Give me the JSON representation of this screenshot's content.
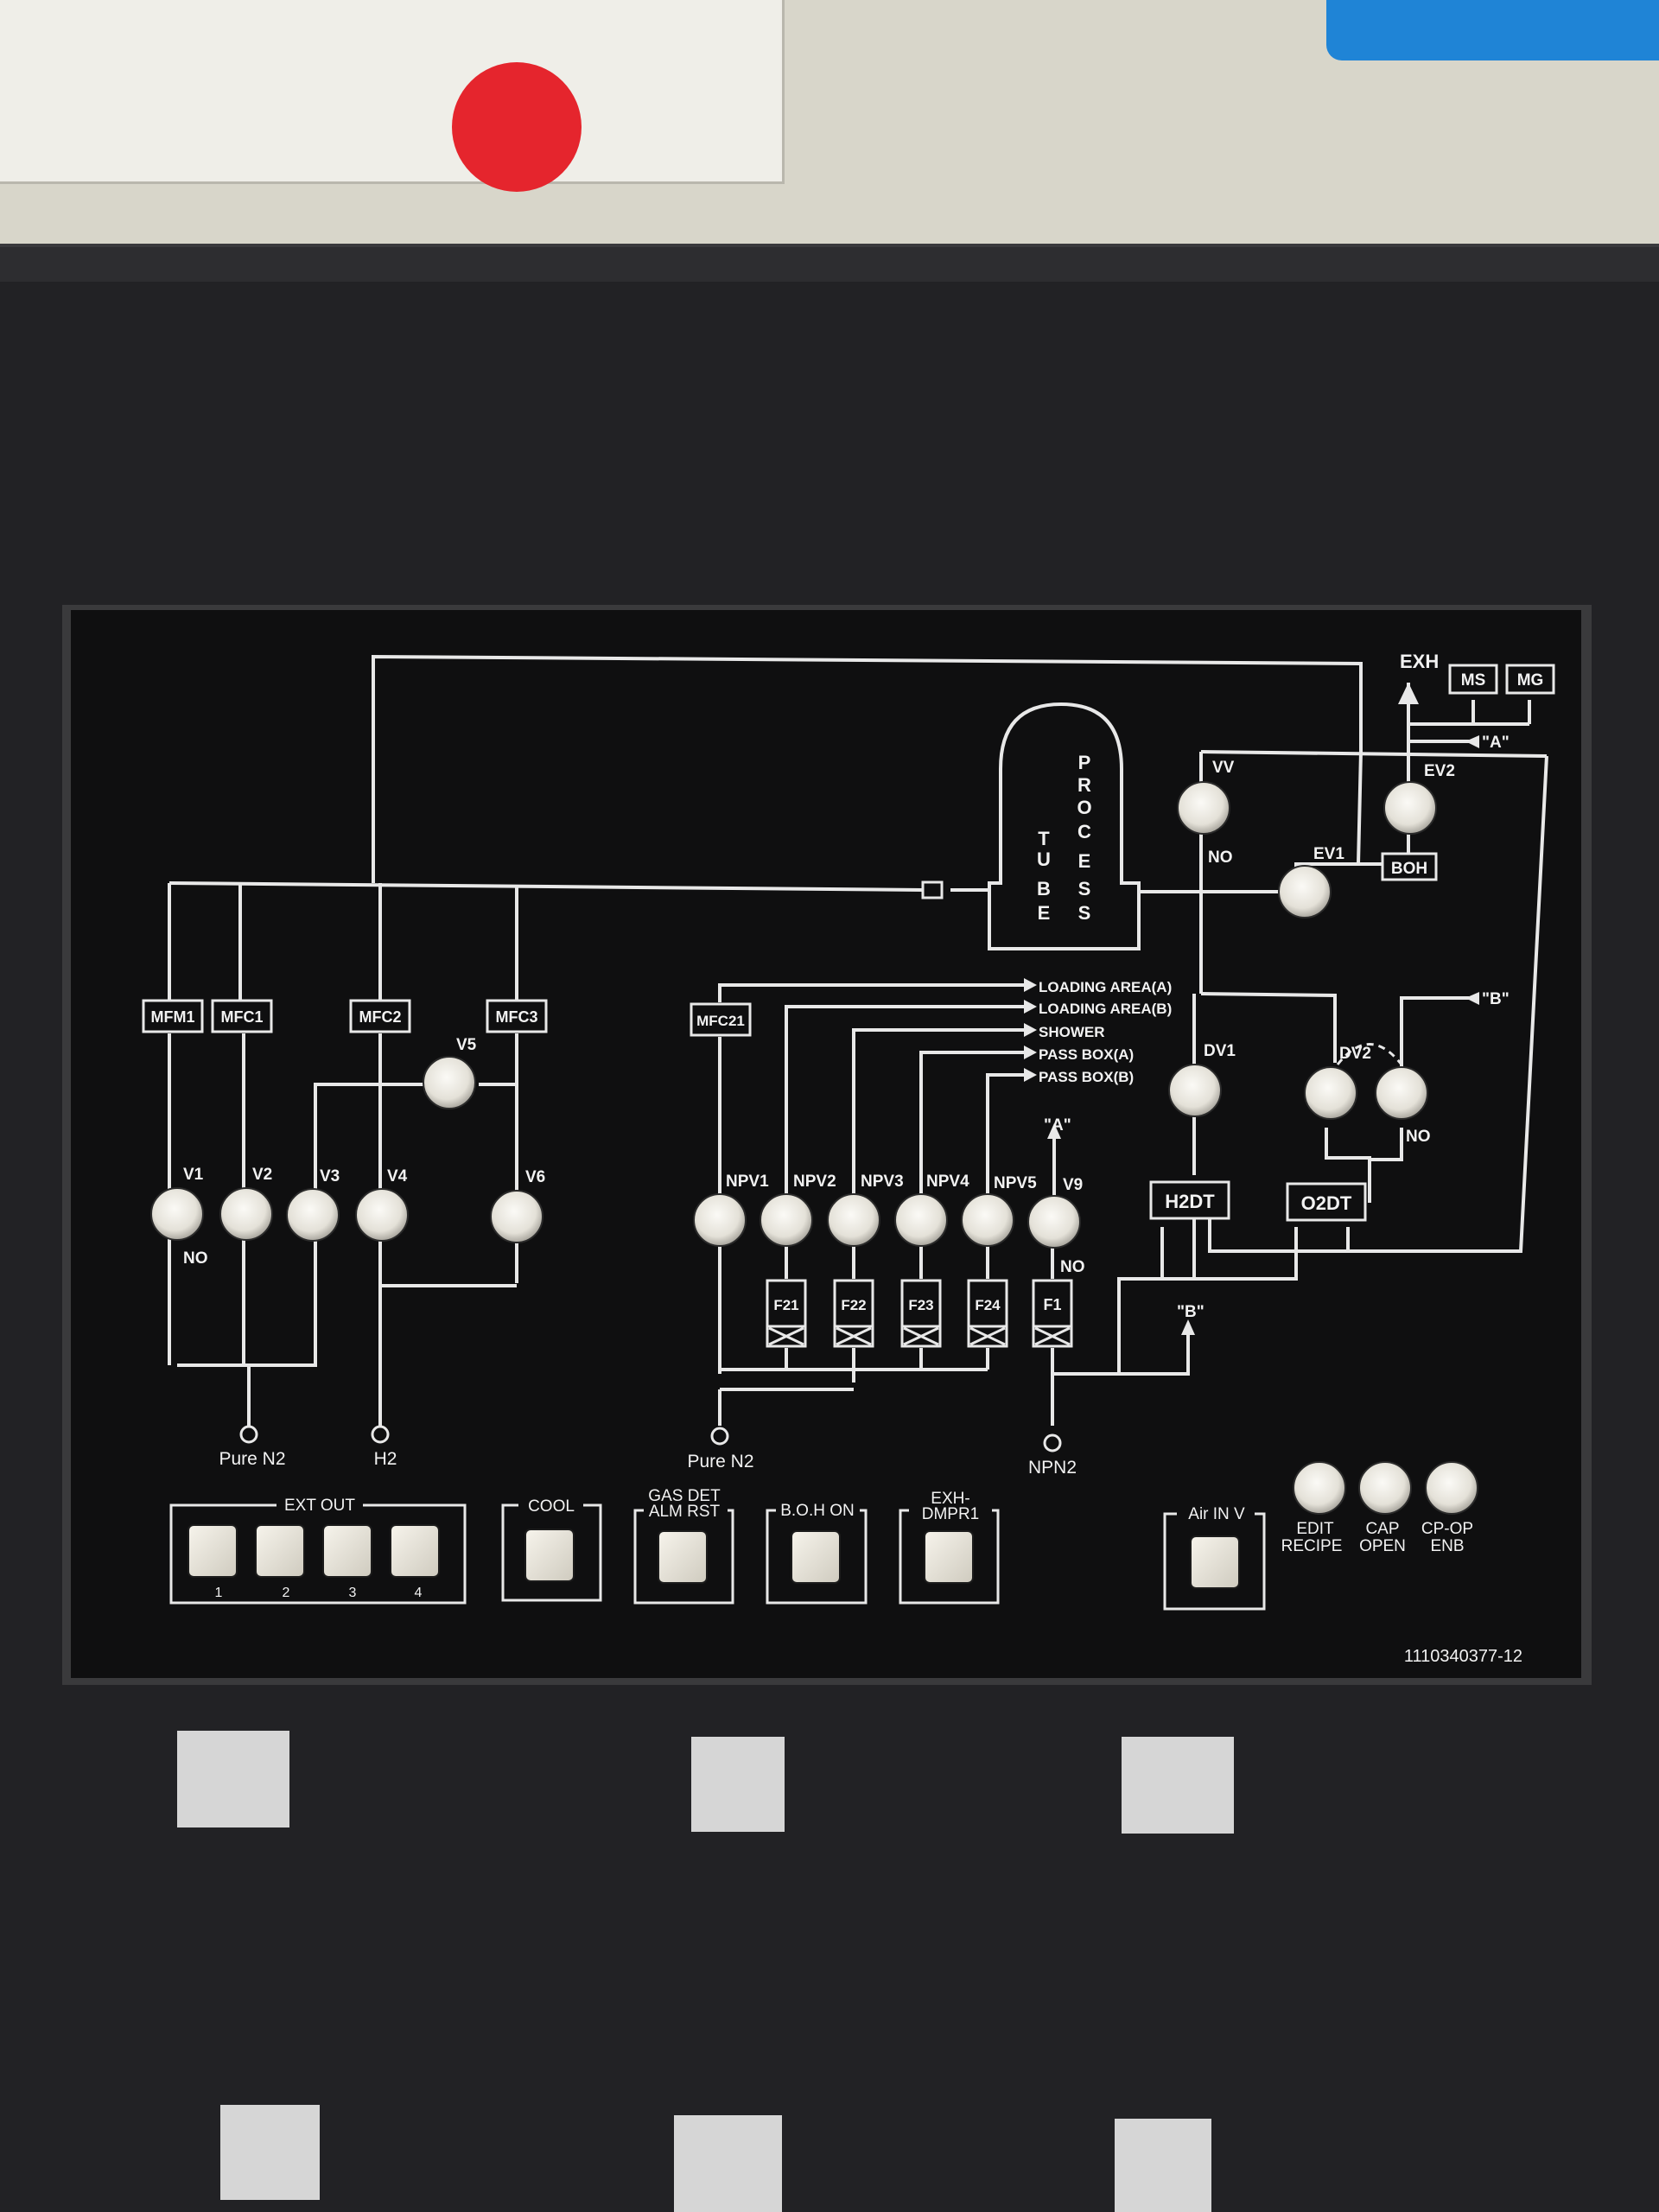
{
  "part_number": "1110340377-12",
  "exh": "EXH",
  "ms": "MS",
  "mg": "MG",
  "ref_a": "\"A\"",
  "ref_b": "\"B\"",
  "process_tube_left": [
    "T",
    "U",
    "B",
    "E"
  ],
  "process_tube_right": [
    "P",
    "R",
    "O",
    "C",
    "E",
    "S",
    "S"
  ],
  "vv": "VV",
  "ev1": "EV1",
  "ev2": "EV2",
  "boh": "BOH",
  "no": "NO",
  "mfm1": "MFM1",
  "mfc1": "MFC1",
  "mfc2": "MFC2",
  "mfc3": "MFC3",
  "mfc21": "MFC21",
  "v1": "V1",
  "v2": "V2",
  "v3": "V3",
  "v4": "V4",
  "v5": "V5",
  "v6": "V6",
  "v9": "V9",
  "npv1": "NPV1",
  "npv2": "NPV2",
  "npv3": "NPV3",
  "npv4": "NPV4",
  "npv5": "NPV5",
  "f21": "F21",
  "f22": "F22",
  "f23": "F23",
  "f24": "F24",
  "f1": "F1",
  "loading_area_a": "LOADING AREA(A)",
  "loading_area_b": "LOADING AREA(B)",
  "shower": "SHOWER",
  "pass_box_a": "PASS BOX(A)",
  "pass_box_b": "PASS BOX(B)",
  "dv1": "DV1",
  "dv2": "DV2",
  "h2dt": "H2DT",
  "o2dt": "O2DT",
  "pure_n2": "Pure N2",
  "h2": "H2",
  "npn2": "NPN2",
  "ext_out": "EXT OUT",
  "ext_out_numbers": [
    "1",
    "2",
    "3",
    "4"
  ],
  "cool": "COOL",
  "gas_det_line1": "GAS DET",
  "gas_det_line2": "ALM RST",
  "boh_on": "B.O.H ON",
  "exh_dmpr_line1": "EXH-",
  "exh_dmpr_line2": "DMPR1",
  "air_in_v": "Air IN V",
  "edit_recipe_line1": "EDIT",
  "edit_recipe_line2": "RECIPE",
  "cap_open_line1": "CAP",
  "cap_open_line2": "OPEN",
  "cp_op_enb_line1": "CP-OP",
  "cp_op_enb_line2": "ENB",
  "colors": {
    "panel": "#0f0f10",
    "line": "#e8e8e8",
    "lamp": "#e9e6df"
  }
}
